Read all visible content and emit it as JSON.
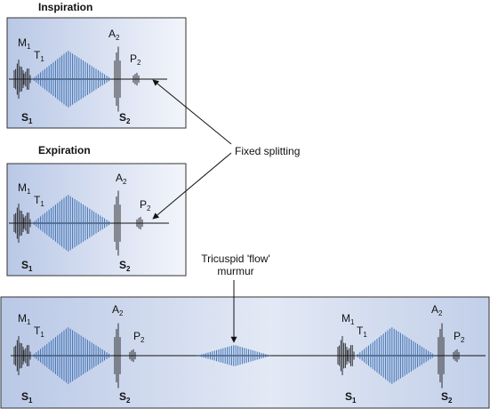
{
  "panels": {
    "inspiration": {
      "title": "Inspiration"
    },
    "expiration": {
      "title": "Expiration"
    }
  },
  "labels": {
    "m": "M",
    "t": "T",
    "a": "A",
    "p": "P",
    "s": "S",
    "sub1": "1",
    "sub2": "2"
  },
  "annotations": {
    "fixed_splitting": "Fixed splitting",
    "tricuspid_line1": "Tricuspid 'flow'",
    "tricuspid_line2": "murmur"
  },
  "colors": {
    "panel_dark": "#b9c8e6",
    "panel_light": "#eef2fa",
    "murmur_blue": "#3b6fb3",
    "sound_dark": "#1a1a1a",
    "border": "#333333"
  }
}
